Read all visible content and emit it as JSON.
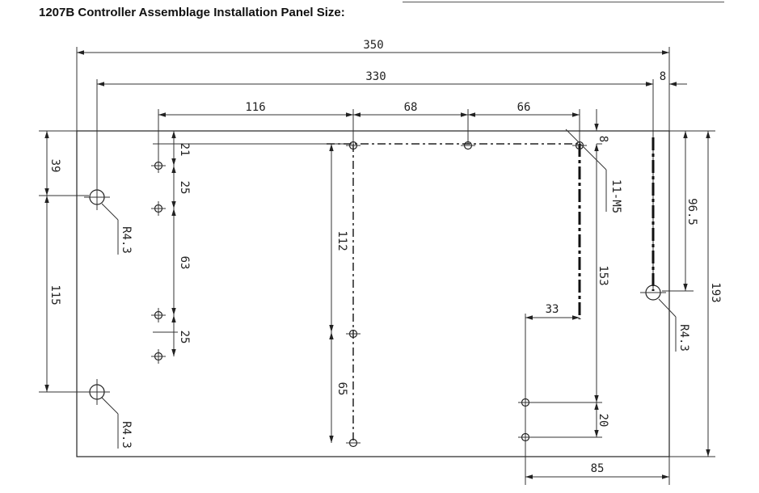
{
  "header": {
    "title": "1207B Controller Assemblage Installation Panel Size:"
  },
  "dimensions": {
    "overall_width": "350",
    "hole_span": "330",
    "right_offset": "8",
    "d116": "116",
    "d68": "68",
    "d66": "66",
    "top_offset": "8",
    "thread_label": "11-M5",
    "d39": "39",
    "d115": "115",
    "d21": "21",
    "d25_upper": "25",
    "d63": "63",
    "d25_lower": "25",
    "d112": "112",
    "d65": "65",
    "d153": "153",
    "d33": "33",
    "d20": "20",
    "d85": "85",
    "d96_5": "96.5",
    "overall_height": "193"
  },
  "holes": {
    "radius_label_left_top": "R4.3",
    "radius_label_left_bottom": "R4.3",
    "radius_label_right": "R4.3"
  }
}
